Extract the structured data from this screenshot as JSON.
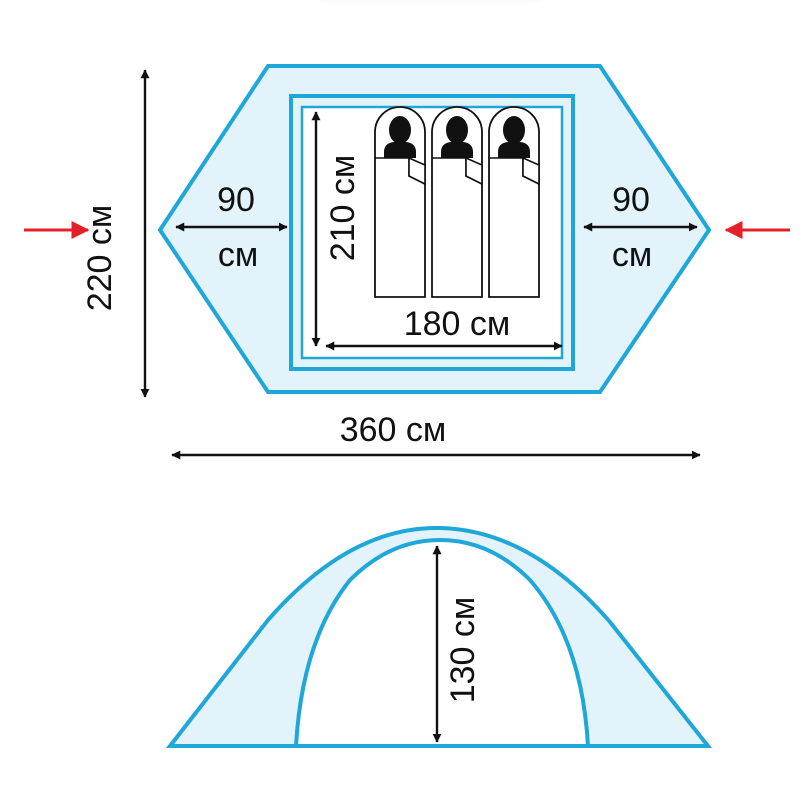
{
  "colors": {
    "tent_stroke": "#1ea7d8",
    "tent_fill": "#e3f3fb",
    "inner_fill": "#ffffff",
    "arrow_red": "#e5202a",
    "ink": "#111111",
    "top_shadow": "#d9d9d9"
  },
  "plan_view": {
    "total_height": "220 см",
    "total_length": "360 см",
    "left_vestibule": {
      "value": "90",
      "unit": "см"
    },
    "right_vestibule": {
      "value": "90",
      "unit": "см"
    },
    "inner_length": "210 см",
    "inner_width": "180 см",
    "sleeping_places": 3,
    "entrance_arrows": [
      "red-arrow-left",
      "red-arrow-right"
    ]
  },
  "side_view": {
    "height": "130 см"
  },
  "icons": {
    "person": "person-silhouette-icon",
    "sleeping_bag": "sleeping-bag-icon",
    "entrance": "entrance-arrow-icon"
  }
}
